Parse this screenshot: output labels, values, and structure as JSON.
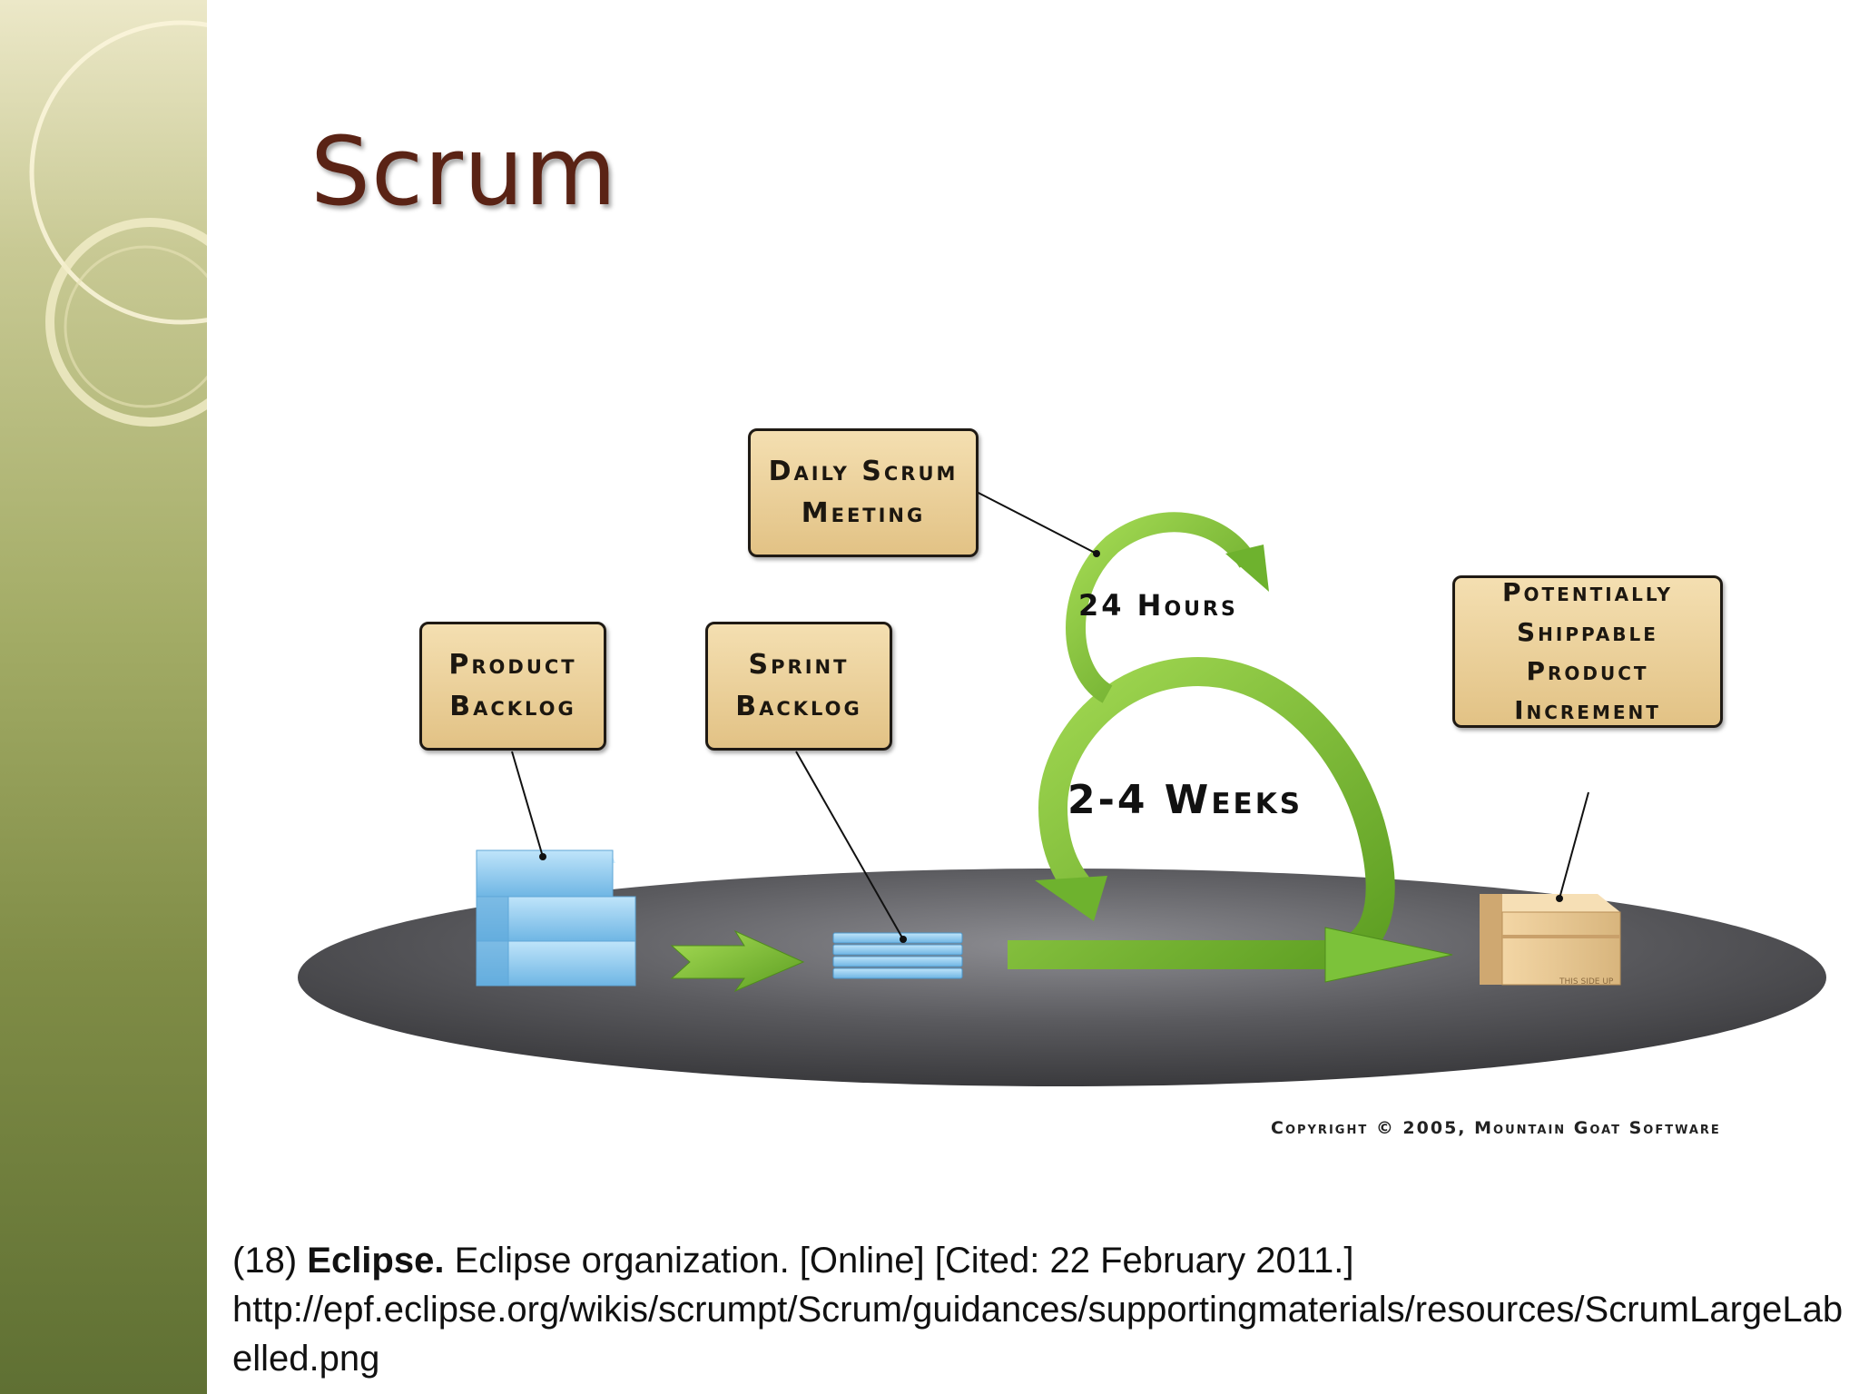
{
  "slide": {
    "title": "Scrum"
  },
  "diagram": {
    "boxes": {
      "daily_scrum": "Daily Scrum\nMeeting",
      "product_backlog": "Product\nBacklog",
      "sprint_backlog": "Sprint\nBacklog",
      "increment": "Potentially\nShippable\nProduct\nIncrement"
    },
    "cycles": {
      "daily": "24 Hours",
      "sprint": "2-4 Weeks"
    },
    "box_label": "THIS SIDE UP",
    "copyright": "Copyright © 2005, Mountain Goat Software"
  },
  "citation": {
    "number": "(18)",
    "source": "Eclipse.",
    "text": "Eclipse organization. [Online] [Cited: 22 February 2011.]",
    "url": "http://epf.eclipse.org/wikis/scrumpt/Scrum/guidances/supportingmaterials/resources/ScrumLargeLabelled.png"
  },
  "colors": {
    "title": "#5a2315",
    "box_fill": "#ecd3a0",
    "arrow_green": "#7cc23a",
    "backlog_blue": "#8ec9ec",
    "platform": "#4a4a4d"
  }
}
